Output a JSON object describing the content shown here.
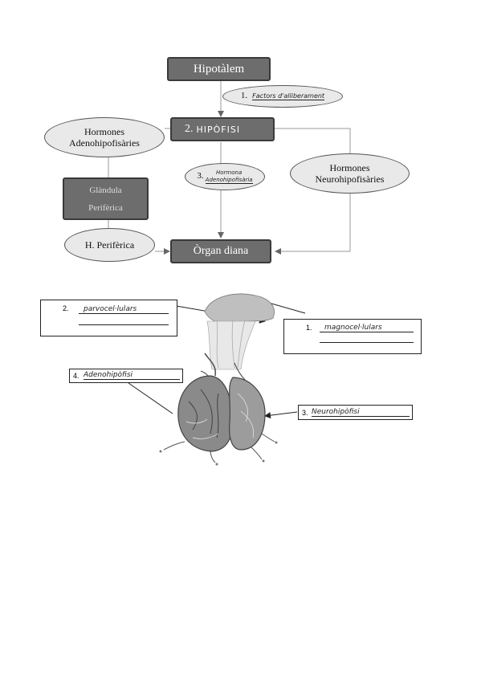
{
  "flowchart": {
    "hipotalem": "Hipotàlem",
    "factors_num": "1.",
    "factors_text": "Factors d'alliberament",
    "hipofisi_num": "2.",
    "hipofisi_text": "HIPÒFISI",
    "hormones_adeno": "Hormones Adenohipofisàries",
    "glandula_line1": "Glàndula",
    "glandula_line2": "Perifèrica",
    "hormona_num": "3.",
    "hormona_text_line1": "Hormona",
    "hormona_text_line2": "Adenohipofisària",
    "hormones_neuro": "Hormones Neurohipofisàries",
    "h_periferica": "H. Perifèrica",
    "organ_diana": "Òrgan diana"
  },
  "anatomy": {
    "label1_num": "1.",
    "label1_text": "magnocel·lulars",
    "label2_num": "2.",
    "label2_text": "parvocel·lulars",
    "label3_num": "3.",
    "label3_text": "Neurohipòfisi",
    "label4_num": "4.",
    "label4_text": "Adenohipòfisi"
  },
  "colors": {
    "box_fill": "#6d6d6d",
    "ellipse_fill": "#e9e9e9",
    "connector": "#9a9a9a"
  }
}
